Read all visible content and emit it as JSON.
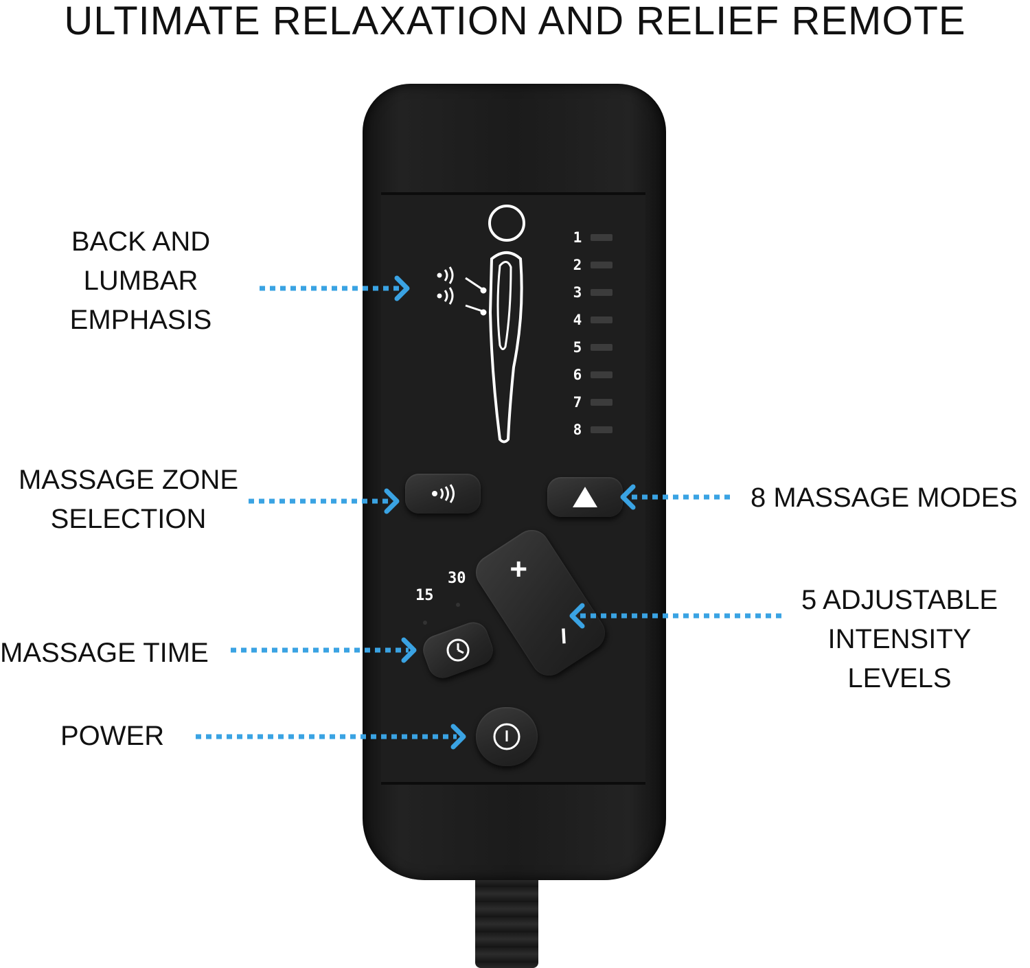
{
  "title": "ULTIMATE RELAXATION AND RELIEF REMOTE",
  "callouts": {
    "back_lumbar": [
      "BACK AND",
      "LUMBAR",
      "EMPHASIS"
    ],
    "zone": [
      "MASSAGE ZONE",
      "SELECTION"
    ],
    "modes": [
      "8 MASSAGE MODES"
    ],
    "intensity": [
      "5 ADJUSTABLE",
      "INTENSITY",
      "LEVELS"
    ],
    "time": [
      "MASSAGE TIME"
    ],
    "power": [
      "POWER"
    ]
  },
  "remote": {
    "levels": [
      "1",
      "2",
      "3",
      "4",
      "5",
      "6",
      "7",
      "8"
    ],
    "timer_options": [
      "15",
      "30"
    ],
    "plus_label": "+",
    "minus_label": "–"
  },
  "colors": {
    "arrow": "#3aa3e3",
    "remote_body": "#1b1b1b",
    "text": "#111111"
  },
  "icons": {
    "zone_button": "vibration-waves-icon",
    "mode_button": "triangle-up-icon",
    "timer_button": "clock-icon",
    "power_button": "power-icon"
  }
}
